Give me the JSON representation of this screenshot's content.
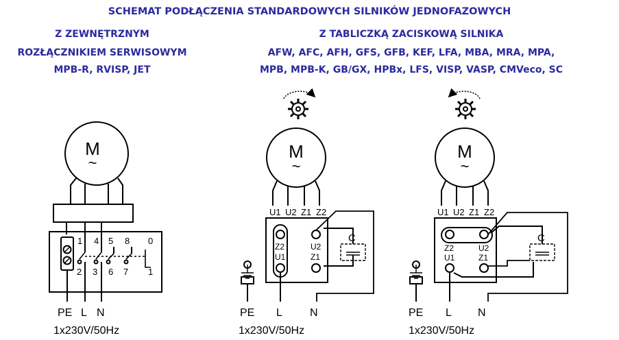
{
  "header": {
    "title": "SCHEMAT PODŁĄCZENIA STANDARDOWYCH SILNIKÓW JEDNOFAZOWYCH",
    "left_line1": "Z  ZEWNĘTRZNYM",
    "left_line2": "ROZŁĄCZNIKIEM SERWISOWYM",
    "left_line3": "MPB-R, RVISP, JET",
    "right_line1": "Z TABLICZKĄ ZACISKOWĄ SILNIKA",
    "right_line2": "AFW, AFC, AFH, GFS, GFB, KEF, LFA, MBA, MRA, MPA,",
    "right_line3": "MPB, MPB-K, GB/GX, HPBx, LFS, VISP, VASP, CMVeco, SC"
  },
  "motor_symbol": "M",
  "motor_tilde": "~",
  "diagram1": {
    "switch_numbers_top": [
      "1",
      "4",
      "5",
      "8",
      "0"
    ],
    "switch_numbers_bottom": [
      "2",
      "3",
      "6",
      "7",
      "1"
    ],
    "terminals": [
      "PE",
      "L",
      "N"
    ],
    "supply": "1x230V/50Hz"
  },
  "diagram2": {
    "terminal_labels": [
      "U1",
      "U2",
      "Z1",
      "Z2"
    ],
    "box_labels_left": [
      "Z2",
      "U1"
    ],
    "box_labels_right": [
      "U2",
      "Z1"
    ],
    "capacitor": "C",
    "terminals": [
      "PE",
      "L",
      "N"
    ],
    "supply": "1x230V/50Hz",
    "rotation": "clockwise"
  },
  "diagram3": {
    "terminal_labels": [
      "U1",
      "U2",
      "Z1",
      "Z2"
    ],
    "box_labels_left": [
      "Z2",
      "U1"
    ],
    "box_labels_right": [
      "U2",
      "Z1"
    ],
    "capacitor": "C",
    "terminals": [
      "PE",
      "L",
      "N"
    ],
    "supply": "1x230V/50Hz",
    "rotation": "counter-clockwise"
  },
  "colors": {
    "heading": "#2a2aa0",
    "line": "#000000"
  }
}
